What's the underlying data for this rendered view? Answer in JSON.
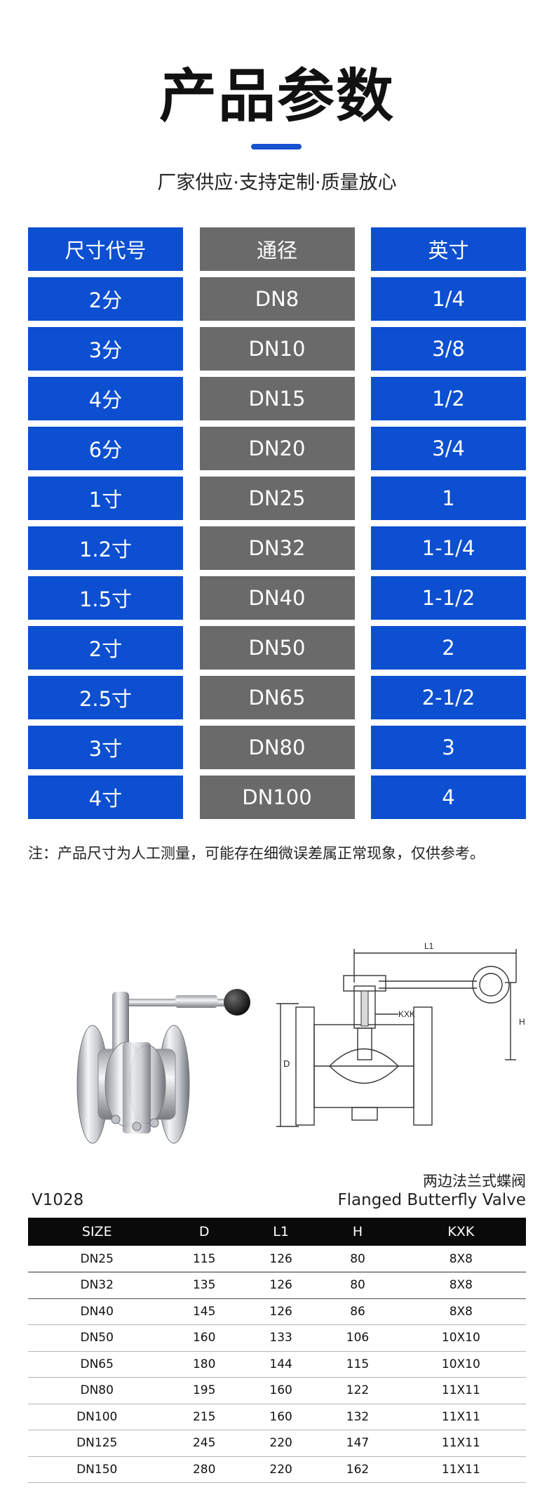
{
  "header": {
    "title": "产品参数",
    "subtitle": "厂家供应·支持定制·质量放心"
  },
  "spec_table": {
    "headers": [
      "尺寸代号",
      "通径",
      "英寸"
    ],
    "rows": [
      [
        "2分",
        "DN8",
        "1/4"
      ],
      [
        "3分",
        "DN10",
        "3/8"
      ],
      [
        "4分",
        "DN15",
        "1/2"
      ],
      [
        "6分",
        "DN20",
        "3/4"
      ],
      [
        "1寸",
        "DN25",
        "1"
      ],
      [
        "1.2寸",
        "DN32",
        "1-1/4"
      ],
      [
        "1.5寸",
        "DN40",
        "1-1/2"
      ],
      [
        "2寸",
        "DN50",
        "2"
      ],
      [
        "2.5寸",
        "DN65",
        "2-1/2"
      ],
      [
        "3寸",
        "DN80",
        "3"
      ],
      [
        "4寸",
        "DN100",
        "4"
      ]
    ]
  },
  "note": "注：产品尺寸为人工测量，可能存在细微误差属正常现象，仅供参考。",
  "drawing_labels": {
    "l1": "L1",
    "h": "H",
    "kxk": "KXK",
    "d": "D"
  },
  "model": {
    "code": "V1028",
    "name_cn": "两边法兰式蝶阀",
    "name_en": "Flanged Butterfly Valve"
  },
  "dim_table": {
    "headers": [
      "SIZE",
      "D",
      "L1",
      "H",
      "KXK"
    ],
    "rows": [
      [
        "DN25",
        "115",
        "126",
        "80",
        "8X8"
      ],
      [
        "DN32",
        "135",
        "126",
        "80",
        "8X8"
      ],
      [
        "DN40",
        "145",
        "126",
        "86",
        "8X8"
      ],
      [
        "DN50",
        "160",
        "133",
        "106",
        "10X10"
      ],
      [
        "DN65",
        "180",
        "144",
        "115",
        "10X10"
      ],
      [
        "DN80",
        "195",
        "160",
        "122",
        "11X11"
      ],
      [
        "DN100",
        "215",
        "160",
        "132",
        "11X11"
      ],
      [
        "DN125",
        "245",
        "220",
        "147",
        "11X11"
      ],
      [
        "DN150",
        "280",
        "220",
        "162",
        "11X11"
      ]
    ]
  },
  "colors": {
    "blue_cell": "#0c4fd0",
    "gray_cell": "#6a6a6a",
    "accent_bar": "#1651cf",
    "table_header": "#0a0a0a"
  }
}
